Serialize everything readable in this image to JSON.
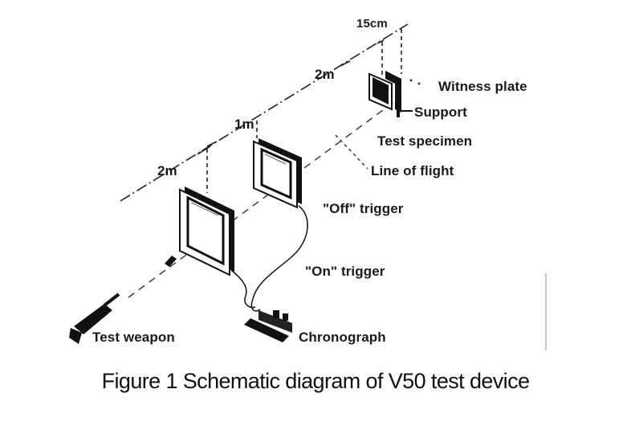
{
  "distances": {
    "gap_witness": "15cm",
    "d_off_to_specimen": "2m",
    "d_on_to_off": "1m",
    "d_weapon_to_on": "2m"
  },
  "labels": {
    "witness_plate": "Witness plate",
    "support": "Support",
    "test_specimen": "Test specimen",
    "line_of_flight": "Line of flight",
    "off_trigger": "\"Off\" trigger",
    "on_trigger": "\"On\" trigger",
    "test_weapon": "Test weapon",
    "chronograph": "Chronograph"
  },
  "caption": "Figure 1 Schematic diagram of V50 test device"
}
